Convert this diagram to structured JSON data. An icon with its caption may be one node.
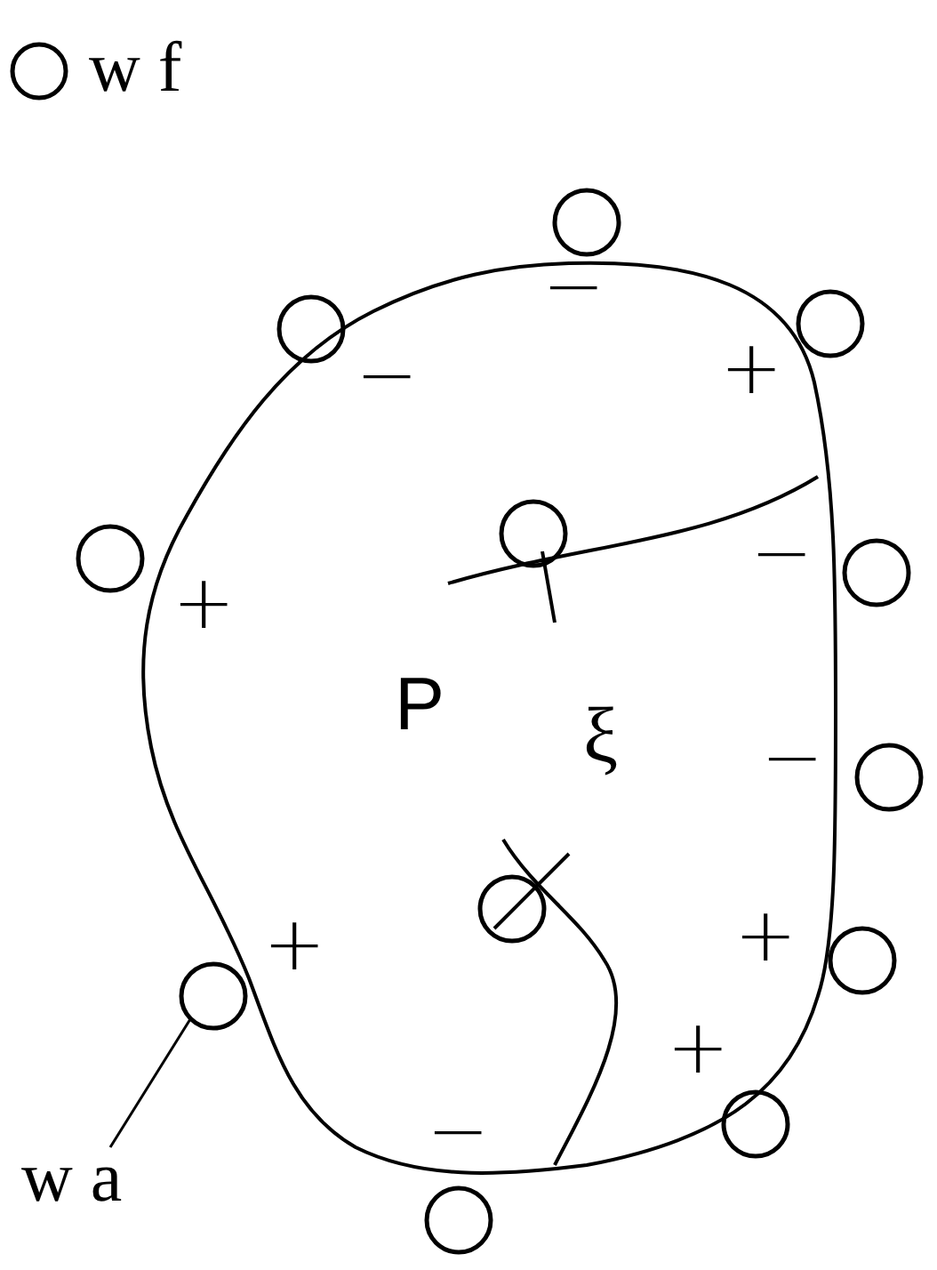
{
  "diagram": {
    "nodes": [
      {
        "text": [
          "P",
          "ξ"
        ]
      },
      {
        "text": [],
        "shape": "circle"
      },
      {
        "text": [],
        "shape": "circle"
      },
      {
        "text": [],
        "shape": "circle"
      },
      {
        "text": [],
        "shape": "circle",
        "in": 0
      },
      {
        "text": [],
        "shape": "circle"
      },
      {
        "text": [],
        "shape": "circle"
      },
      {
        "text": [],
        "shape": "circle"
      },
      {
        "text": [],
        "shape": "circle",
        "in": 0
      },
      {
        "text": [],
        "shape": "circle"
      },
      {
        "text": [],
        "shape": "circle"
      },
      {
        "text": [],
        "shape": "circle"
      },
      {
        "text": [],
        "shape": "circle"
      },
      {
        "text": [
          "w a"
        ]
      }
    ],
    "edges": [
      {
        "from": 13,
        "to": 10,
        "arrow": "none"
      }
    ],
    "labels": [
      "−",
      "−",
      "+",
      "+",
      "−",
      "−",
      "+",
      "+",
      "+",
      "−"
    ],
    "legend": [
      {
        "text": "w f"
      }
    ]
  }
}
